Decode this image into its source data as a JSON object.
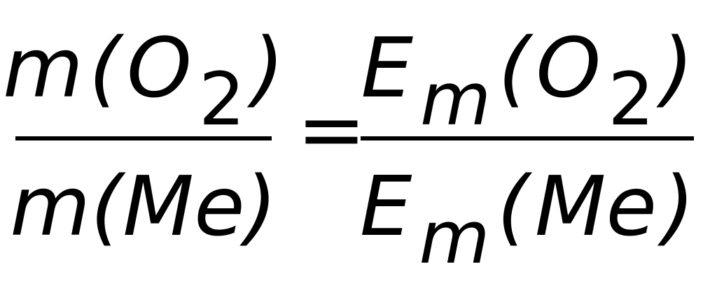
{
  "formula": {
    "left": {
      "numerator": {
        "m": "m",
        "open": "(",
        "O": "O",
        "sub": "2",
        "close": ")"
      },
      "denominator": {
        "text": "m(Me)"
      }
    },
    "equals": "=",
    "right": {
      "numerator": {
        "E": "E",
        "sub_m": "m",
        "open": "(",
        "O": "O",
        "sub": "2",
        "close": ")"
      },
      "denominator": {
        "E": "E",
        "sub_m": "m",
        "open": "(",
        "Me": "Me",
        "close": ")"
      }
    }
  }
}
